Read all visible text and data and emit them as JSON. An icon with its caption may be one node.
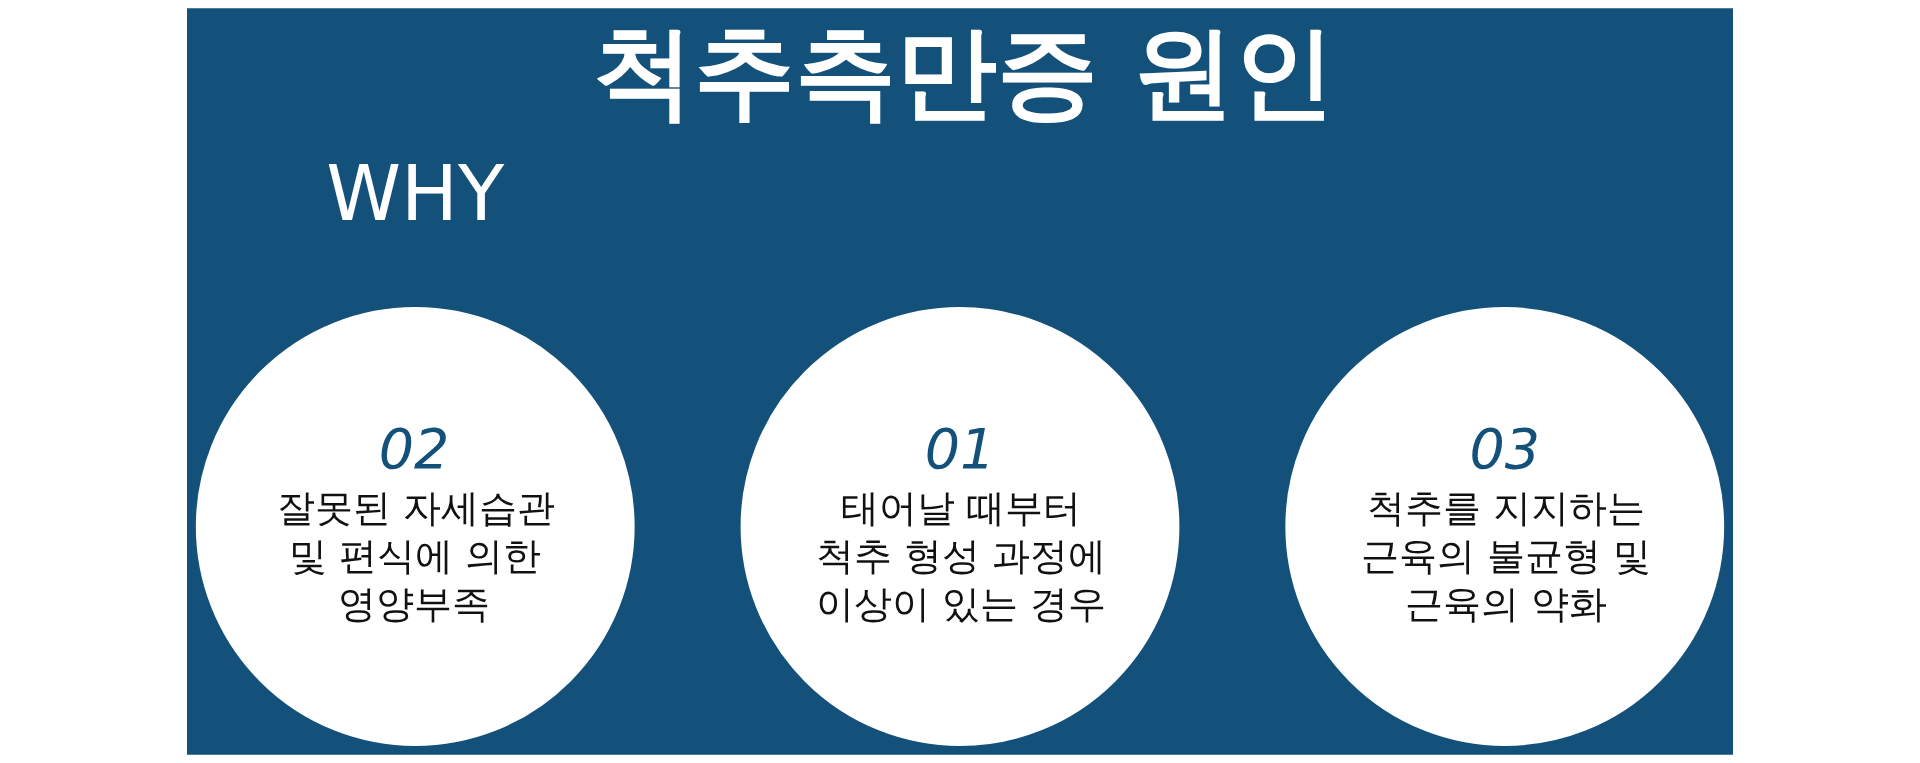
{
  "diagram": {
    "title": "척추측만증 원인",
    "nodes": [
      {
        "text": [
          "01",
          "태어날 때부터 척추 형성 과정에 이상이 있는 경우"
        ]
      },
      {
        "text": [
          "02",
          "잘못된 자세습관 및 편식에 의한 영양부족"
        ]
      },
      {
        "text": [
          "03",
          "척추를 지지하는 근육의 불균형 및 근육의 약화"
        ]
      }
    ],
    "labels": [
      "WHY"
    ]
  }
}
